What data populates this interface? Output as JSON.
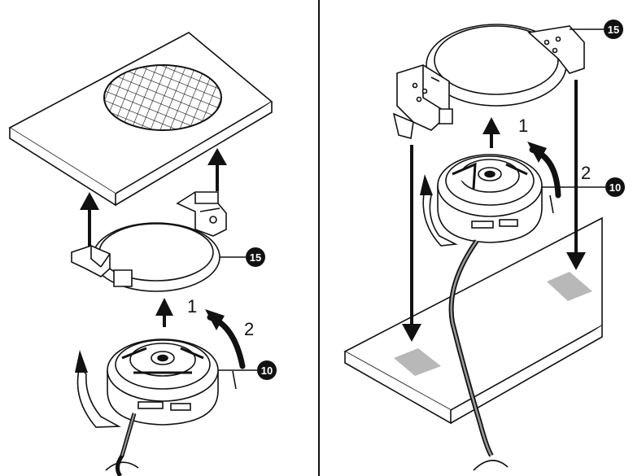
{
  "left_panel": {
    "step_1_label": "1",
    "step_2_label": "2",
    "callout_bracket": "15",
    "callout_speaker": "10"
  },
  "right_panel": {
    "step_1_label": "1",
    "step_2_label": "2",
    "callout_bracket": "15",
    "callout_speaker": "10"
  },
  "colors": {
    "line": "#111111",
    "pad_gray": "#b8b8b8",
    "wire_gray": "#9a9a9a",
    "callout_fill": "#111111"
  }
}
